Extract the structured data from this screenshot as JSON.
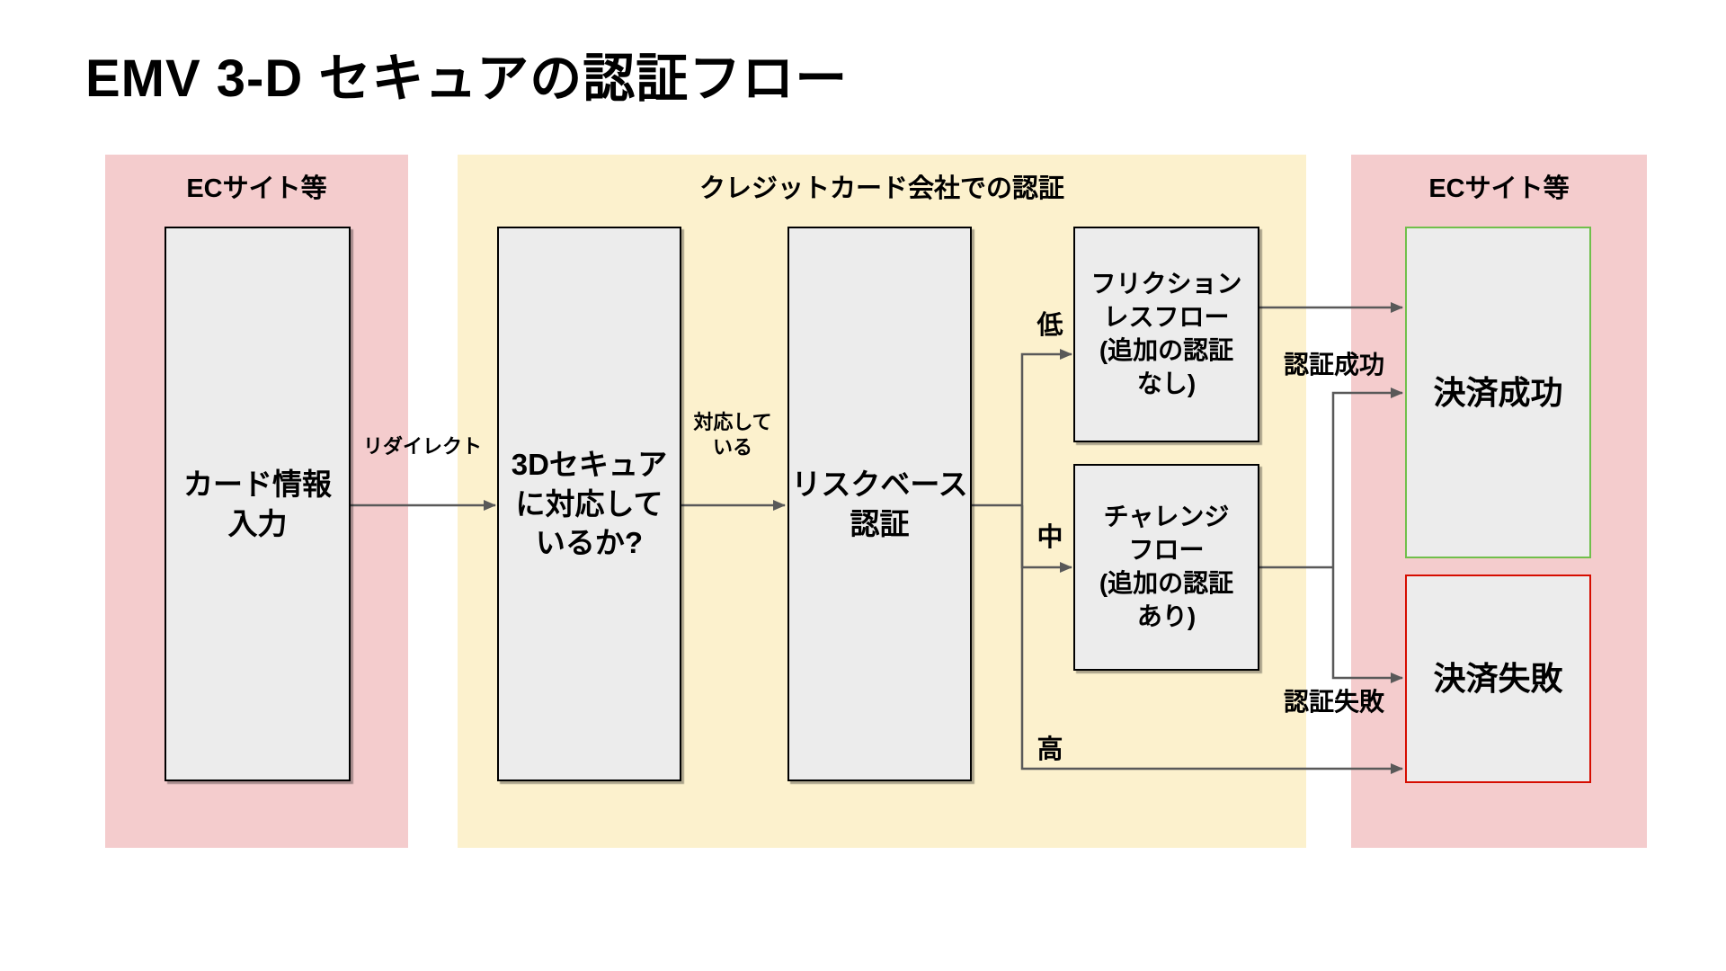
{
  "title": "EMV 3-D セキュアの認証フロー",
  "panels": {
    "ec_left": {
      "label": "ECサイト等"
    },
    "issuer": {
      "label": "クレジットカード会社での認証"
    },
    "ec_right": {
      "label": "ECサイト等"
    }
  },
  "nodes": {
    "card_input": {
      "label": "カード情報\n入力"
    },
    "supports_3ds": {
      "label": "3Dセキュア\nに対応して\nいるか?"
    },
    "risk_based": {
      "label": "リスクベース\n認証"
    },
    "frictionless": {
      "label": "フリクション\nレスフロー\n(追加の認証\nなし)"
    },
    "challenge": {
      "label": "チャレンジ\nフロー\n(追加の認証\nあり)"
    },
    "payment_success": {
      "label": "決済成功"
    },
    "payment_failure": {
      "label": "決済失敗"
    }
  },
  "edge_labels": {
    "redirect": "リダイレクト",
    "supported": "対応して\nいる",
    "risk_low": "低",
    "risk_medium": "中",
    "risk_high": "高",
    "auth_success": "認証成功",
    "auth_failure": "認証失敗"
  },
  "colors": {
    "panel_pink": "#f4cccd",
    "panel_yellow": "#fcf1cd",
    "node_fill": "#ececec",
    "node_border": "#000000",
    "success_border": "#70bf4b",
    "failure_border": "#d60c00",
    "arrow": "#595959",
    "text": "#000000"
  }
}
